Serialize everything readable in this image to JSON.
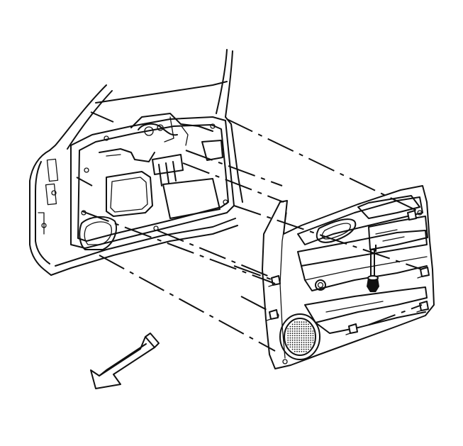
{
  "diagram": {
    "parts": [
      {
        "name": "door-frame",
        "icon": "door-frame-outline"
      },
      {
        "name": "door-inner-panel",
        "icon": "door-inner-panel-outline"
      },
      {
        "name": "door-trim-panel",
        "icon": "door-trim-panel-outline"
      },
      {
        "name": "speaker-grille",
        "icon": "speaker-grille"
      },
      {
        "name": "trim-panel-screw",
        "icon": "screw"
      },
      {
        "name": "retainer-clips",
        "icon": "clip"
      },
      {
        "name": "direction-arrow",
        "icon": "arrow-down-left"
      }
    ],
    "colors": {
      "line": "#111111",
      "background": "#ffffff"
    }
  }
}
